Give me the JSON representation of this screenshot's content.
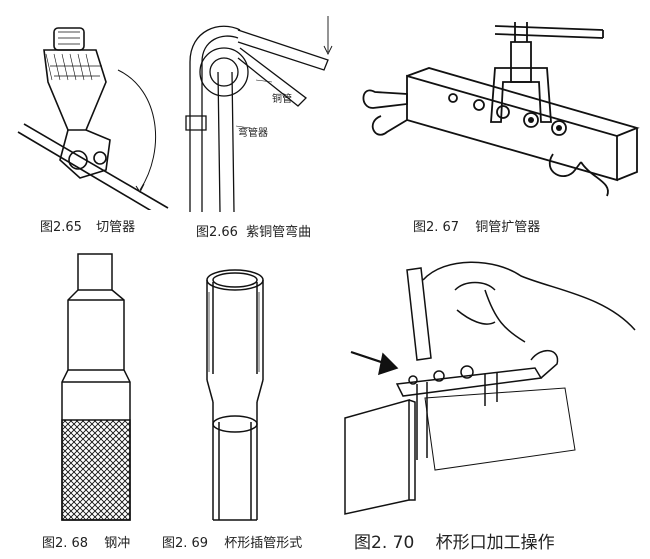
{
  "figures": [
    {
      "number": "图2.65",
      "title": "切管器"
    },
    {
      "number": "图2.66",
      "title": "紫铜管弯曲",
      "labels": {
        "copper_pipe": "铜管",
        "bender": "弯管器"
      }
    },
    {
      "number": "图2. 67",
      "title": "铜管扩管器"
    },
    {
      "number": "图2. 68",
      "title": "钢冲"
    },
    {
      "number": "图2. 69",
      "title": "杯形插管形式"
    },
    {
      "number": "图2. 70",
      "title": "杯形口加工操作"
    }
  ]
}
